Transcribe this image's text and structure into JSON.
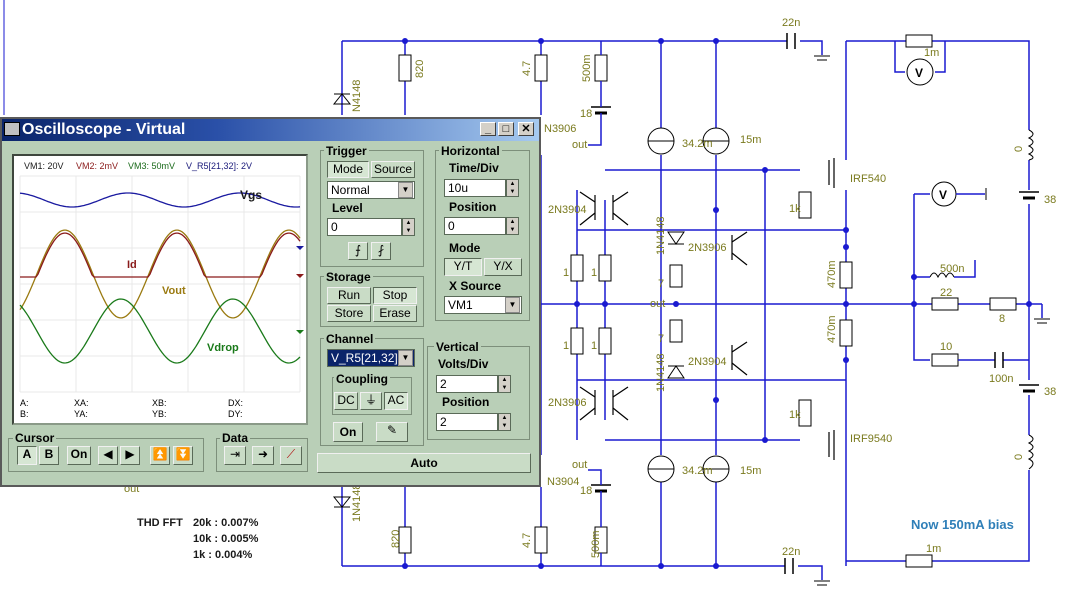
{
  "window": {
    "title": "Oscilloscope - Virtual"
  },
  "screen": {
    "header": {
      "vm1": "VM1: 20V",
      "vm2": "VM2: 2mV",
      "vm3": "VM3: 50mV",
      "vr5": "V_R5[21,32]: 2V"
    },
    "traces": {
      "vgs": "Vgs",
      "id": "Id",
      "vout": "Vout",
      "vdrop": "Vdrop"
    },
    "measure": {
      "a": "A:",
      "b": "B:",
      "xa": "XA:",
      "ya": "YA:",
      "xb": "XB:",
      "yb": "YB:",
      "dx": "DX:",
      "dy": "DY:"
    }
  },
  "trigger": {
    "title": "Trigger",
    "mode": "Mode",
    "source": "Source",
    "mode_value": "Normal",
    "level_label": "Level",
    "level_value": "0"
  },
  "horizontal": {
    "title": "Horizontal",
    "timediv_label": "Time/Div",
    "timediv_value": "10u",
    "position_label": "Position",
    "position_value": "0",
    "mode_label": "Mode",
    "yt": "Y/T",
    "yx": "Y/X",
    "xsource_label": "X Source",
    "xsource_value": "VM1"
  },
  "storage": {
    "title": "Storage",
    "run": "Run",
    "stop": "Stop",
    "store": "Store",
    "erase": "Erase"
  },
  "channel": {
    "title": "Channel",
    "value": "V_R5[21,32]",
    "coupling_title": "Coupling",
    "dc": "DC",
    "ac": "AC",
    "on": "On"
  },
  "vertical": {
    "title": "Vertical",
    "voltsdiv_label": "Volts/Div",
    "voltsdiv_value": "2",
    "position_label": "Position",
    "position_value": "2"
  },
  "cursor": {
    "title": "Cursor",
    "a": "A",
    "b": "B",
    "on": "On"
  },
  "data_group": {
    "title": "Data"
  },
  "auto": "Auto",
  "thd": {
    "label": "THD FFT",
    "r1": "20k : 0.007%",
    "r2": "10k : 0.005%",
    "r3": "1k : 0.004%"
  },
  "bias_note": "Now 150mA bias",
  "schematic": {
    "c_top": "22n",
    "c_bot": "22n",
    "r820_top": "820",
    "r820_bot": "820",
    "d_top": "N4148",
    "d_bot": "1N4148",
    "r47_top": "4.7",
    "r47_bot": "4.7",
    "r500m_top": "500m",
    "r500m_bot": "500m",
    "bat18_top": "18",
    "bat18_bot": "18",
    "out1": "out",
    "out2": "out",
    "out3": "out",
    "out4": "out",
    "q_top_left": "N3906",
    "q_bot_left": "N3904",
    "cs1": "34.2m",
    "cs2": "15m",
    "cs3": "34.2m",
    "cs4": "15m",
    "q3904": "2N3904",
    "q3906a": "2N3906",
    "q3906b": "2N3906",
    "q3904b": "2N3904",
    "d2": "1N4148",
    "d3": "1N4148",
    "r1a": "1",
    "r1b": "1",
    "r1c": "1",
    "r1d": "1",
    "r7a": "7",
    "r7b": "7",
    "r1k_a": "1k",
    "r1k_b": "1k",
    "r470a": "470m",
    "r470b": "470m",
    "irf540": "IRF540",
    "irf9540": "IRF9540",
    "r1m_top": "1m",
    "r1m_bot": "1m",
    "l0_top": "0",
    "l0_bot": "0",
    "bat38_top": "38",
    "bat38_bot": "38",
    "l500n": "500n",
    "r22": "22",
    "r8": "8",
    "r10": "10",
    "c100n": "100n",
    "vm": "V"
  }
}
